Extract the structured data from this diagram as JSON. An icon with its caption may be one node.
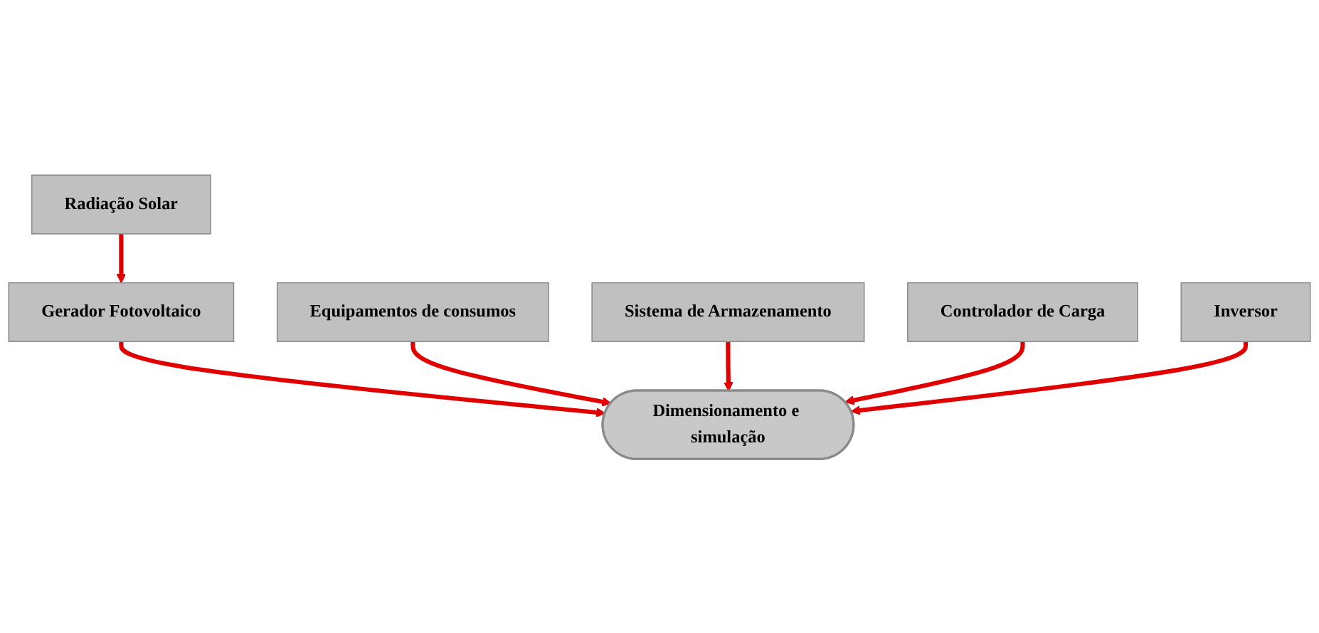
{
  "diagram": {
    "nodes": [
      {
        "text": [
          "Radiação Solar"
        ]
      },
      {
        "text": [
          "Gerador Fotovoltaico"
        ]
      },
      {
        "text": [
          "Equipamentos de consumos"
        ]
      },
      {
        "text": [
          "Dimensionamento e simulação"
        ]
      },
      {
        "text": [
          "Sistema de Armazenamento"
        ]
      },
      {
        "text": [
          "Controlador de Carga"
        ]
      },
      {
        "text": [
          "Inversor"
        ]
      }
    ],
    "edges": [
      {
        "from": 0,
        "to": 1,
        "arrow": "to"
      },
      {
        "from": 1,
        "to": 3,
        "arrow": "to"
      },
      {
        "from": 2,
        "to": 3,
        "arrow": "to"
      },
      {
        "from": 4,
        "to": 3,
        "arrow": "to"
      },
      {
        "from": 5,
        "to": 3,
        "arrow": "to"
      },
      {
        "from": 6,
        "to": 3,
        "arrow": "to"
      }
    ]
  }
}
